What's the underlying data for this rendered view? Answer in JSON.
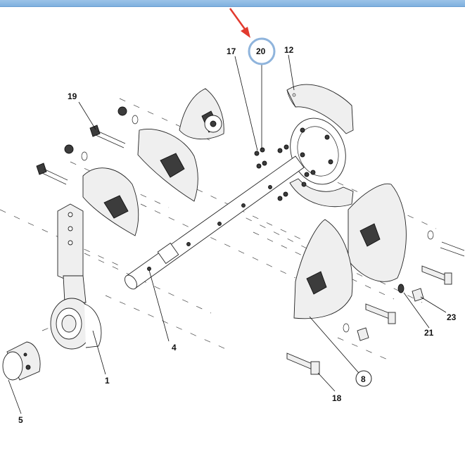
{
  "diagram": {
    "callouts": {
      "c1": "1",
      "c4": "4",
      "c5": "5",
      "c8": "8",
      "c12": "12",
      "c17": "17",
      "c18": "18",
      "c19": "19",
      "c20": "20",
      "c21": "21",
      "c23": "23"
    },
    "colors": {
      "highlight_circle": "#8fb4dc",
      "arrow": "#e23a2e",
      "top_bar": "#8cbbe6"
    }
  }
}
